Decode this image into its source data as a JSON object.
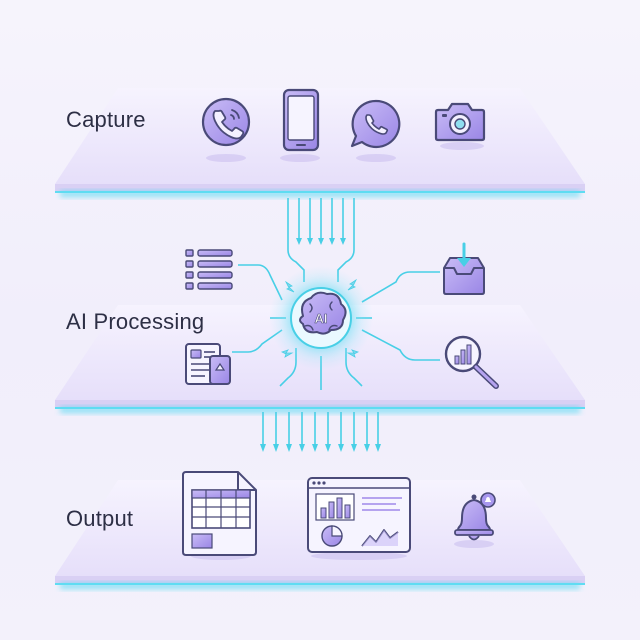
{
  "layers": {
    "capture": {
      "label": "Capture"
    },
    "processing": {
      "label": "AI Processing",
      "badge": "AI"
    },
    "output": {
      "label": "Output"
    }
  },
  "icons": {
    "capture": [
      "phone-call-icon",
      "smartphone-icon",
      "whatsapp-icon",
      "camera-icon"
    ],
    "processing": [
      "list-icon",
      "document-form-icon",
      "brain-icon",
      "inbox-download-icon",
      "search-analytics-icon"
    ],
    "output": [
      "spreadsheet-icon",
      "dashboard-icon",
      "bell-notification-icon"
    ]
  },
  "colors": {
    "platform": "#e9e3fa",
    "platform_edge": "#d6ccf2",
    "glow": "#33d4f0",
    "icon_fill": "#b5a3ef",
    "icon_stroke": "#4a4a78",
    "connector": "#48cfe6"
  }
}
